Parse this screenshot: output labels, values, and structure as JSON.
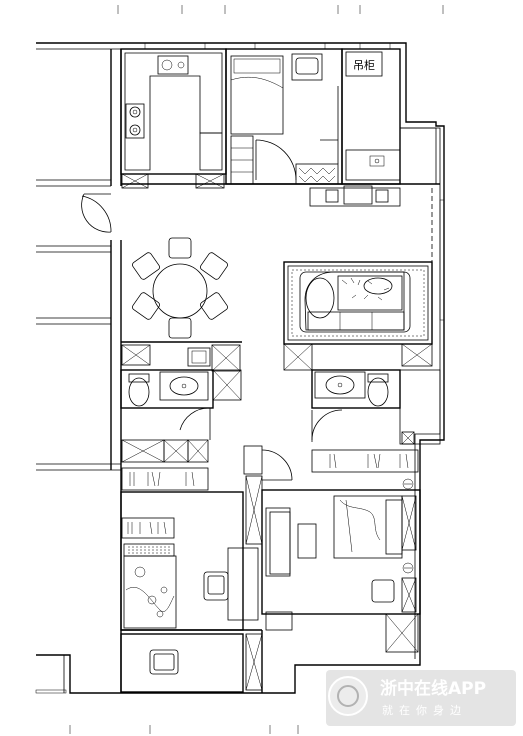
{
  "plan": {
    "cabinet_label": "吊柜"
  },
  "watermark": {
    "title": "浙中在线APP",
    "subtitle": "就在你身边"
  }
}
